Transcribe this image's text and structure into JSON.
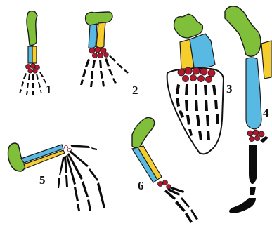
{
  "figure": {
    "labels": [
      "1",
      "2",
      "3",
      "4",
      "5",
      "6"
    ],
    "colors": {
      "upper_arm": "#7fbf3a",
      "forearm_a": "#58b9e3",
      "forearm_b": "#f5cd2c",
      "wrist": "#b2182b",
      "hand": "#0b0b0b"
    }
  }
}
